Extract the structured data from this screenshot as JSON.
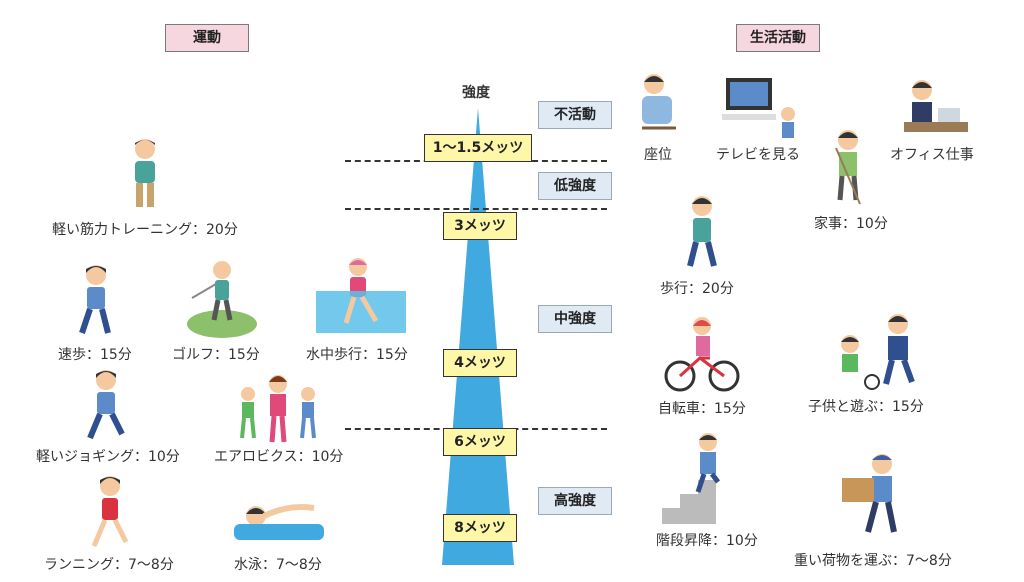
{
  "headers": {
    "exercise": "運動",
    "daily": "生活活動"
  },
  "intensity_title": "強度",
  "levels": [
    "不活動",
    "低強度",
    "中強度",
    "高強度"
  ],
  "mets": [
    "1〜1.5メッツ",
    "3メッツ",
    "4メッツ",
    "6メッツ",
    "8メッツ"
  ],
  "exercise_items": [
    "軽い筋力トレーニング：20分",
    "速歩：15分",
    "ゴルフ：15分",
    "水中歩行：15分",
    "軽いジョギング：10分",
    "エアロビクス：10分",
    "ランニング：7〜8分",
    "水泳：7〜8分"
  ],
  "daily_items": [
    "座位",
    "テレビを見る",
    "オフィス仕事",
    "家事：10分",
    "歩行：20分",
    "自転車：15分",
    "子供と遊ぶ：15分",
    "階段昇降：10分",
    "重い荷物を運ぶ：7〜8分"
  ],
  "colors": {
    "pyramid": "#3fa9e0",
    "header_bg": "#f6d7e0",
    "meter_bg": "#fff7a8",
    "level_bg": "#dfeaf5"
  }
}
